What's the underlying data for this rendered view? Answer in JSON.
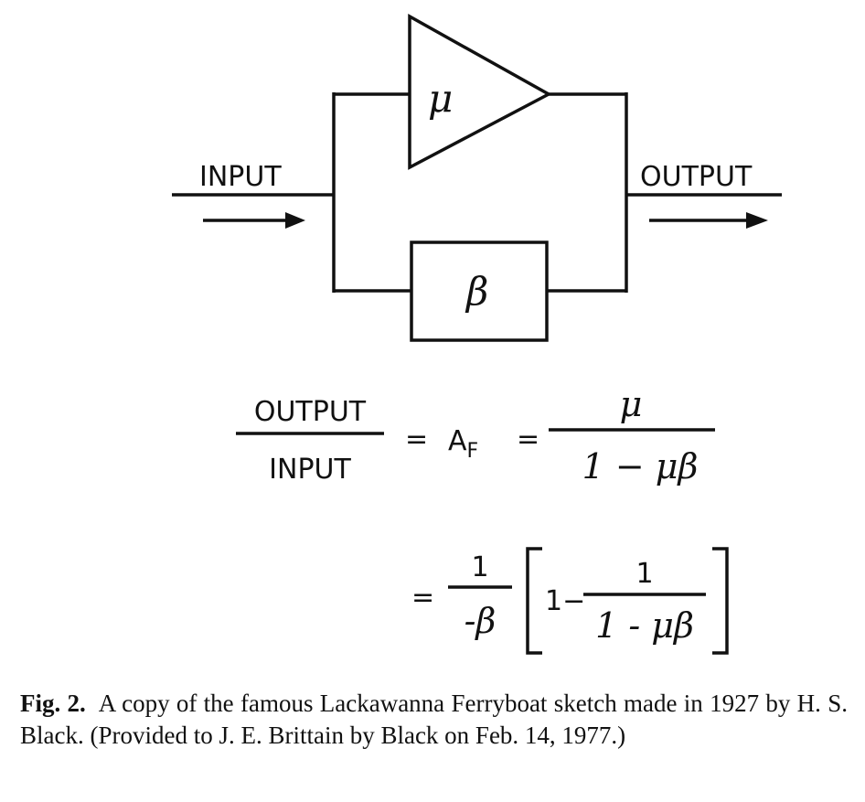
{
  "diagram": {
    "input_label": "INPUT",
    "output_label": "OUTPUT",
    "amplifier_symbol": "μ",
    "feedback_symbol": "β"
  },
  "equation1": {
    "numerator": "OUTPUT",
    "denominator": "INPUT",
    "equals1": "=",
    "gain": "A",
    "gain_sub": "F",
    "equals2": "=",
    "rhs_numerator": "μ",
    "rhs_denominator": "1 − μβ"
  },
  "equation2": {
    "equals": "=",
    "frac_numerator": "1",
    "frac_denominator": "-β",
    "bracket_open": "[",
    "one_minus": "1−",
    "inner_numerator": "1",
    "inner_denominator": "1 - μβ",
    "bracket_close": "]"
  },
  "caption": {
    "label": "Fig. 2.",
    "text": "A copy of the famous Lackawanna Ferryboat sketch made in 1927 by H. S. Black. (Provided to J. E. Brittain by Black on Feb. 14, 1977.)"
  }
}
